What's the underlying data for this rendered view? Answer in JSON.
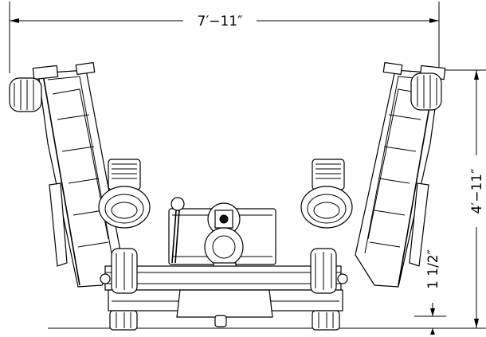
{
  "dimensions": {
    "overall_width": "7′−11″",
    "overall_height": "4′−11″",
    "ground_clearance": "1 1/2″"
  }
}
